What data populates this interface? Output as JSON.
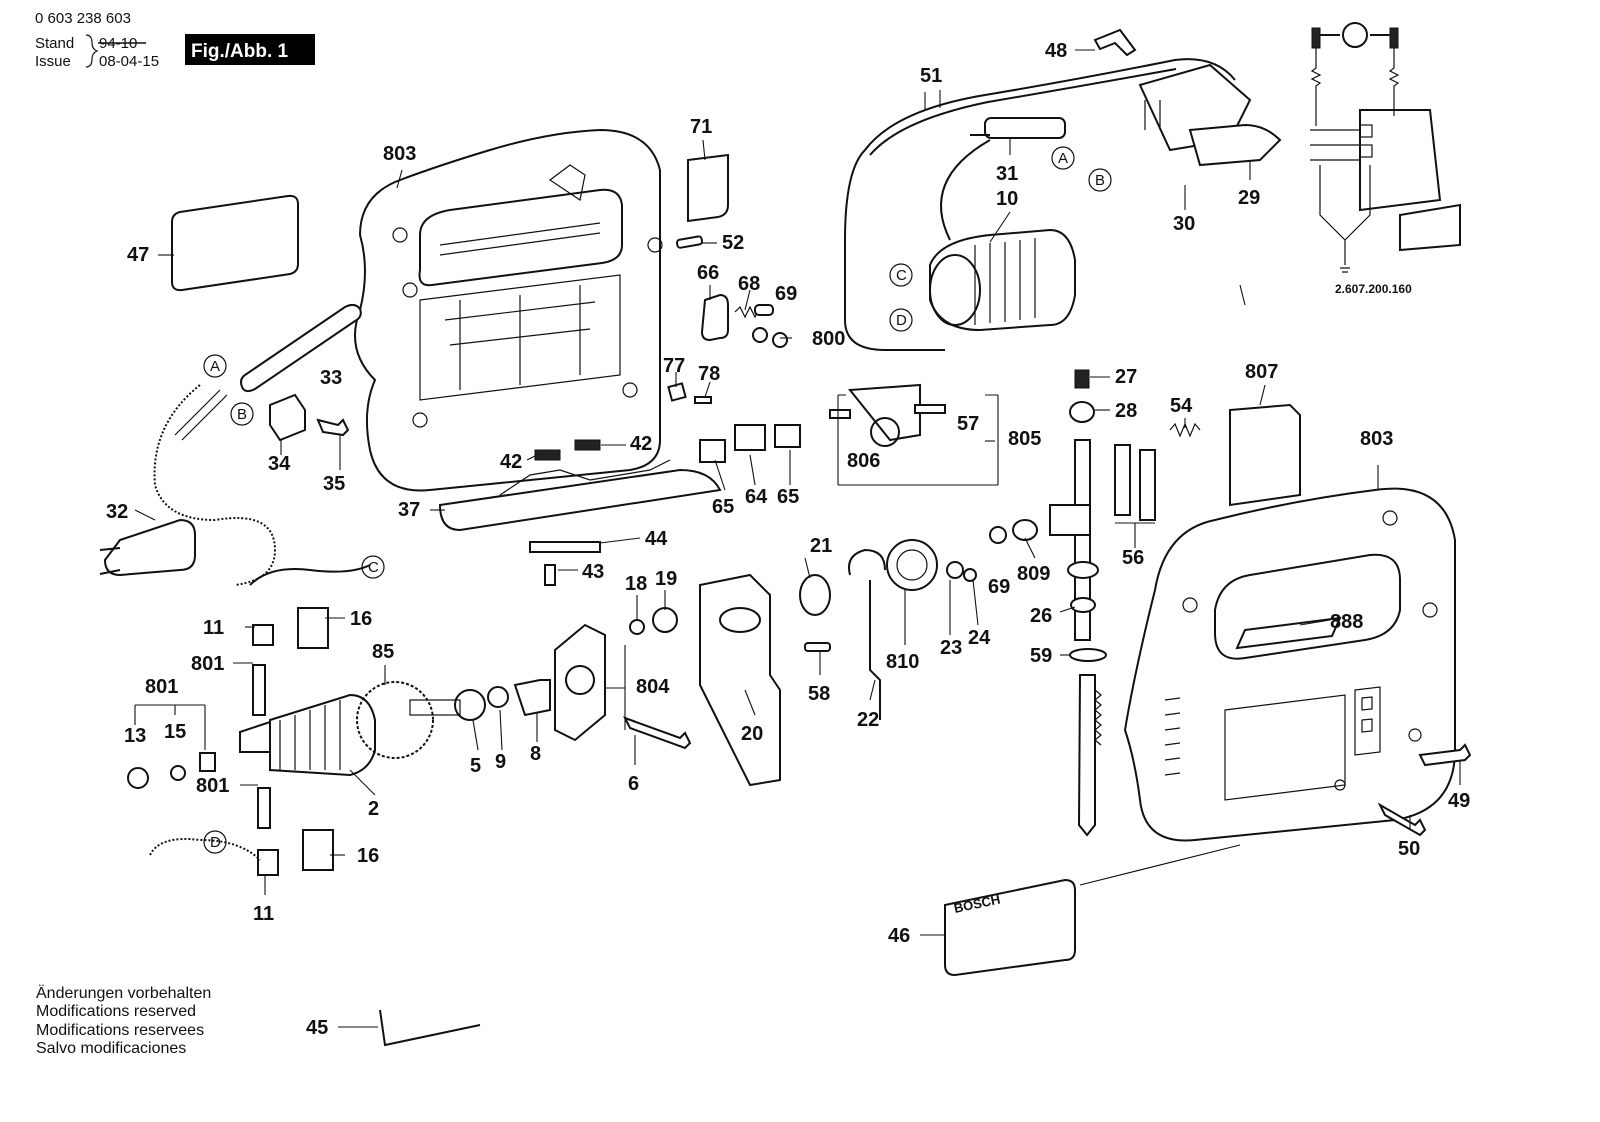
{
  "header": {
    "part_number": "0 603 238 603",
    "stand_label": "Stand",
    "issue_label": "Issue",
    "old_date": "94-10",
    "date": "08-04-15",
    "figure_label": "Fig./Abb. 1"
  },
  "schematic_code": "2.607.200.160",
  "label_text": "888",
  "brand": "BOSCH",
  "connector_letters": [
    "A",
    "B",
    "C",
    "D"
  ],
  "callouts": [
    "803",
    "71",
    "47",
    "52",
    "66",
    "68",
    "69",
    "800",
    "33",
    "77",
    "78",
    "34",
    "35",
    "32",
    "42",
    "37",
    "44",
    "43",
    "64",
    "65",
    "806",
    "57",
    "805",
    "48",
    "51",
    "31",
    "29",
    "30",
    "10",
    "27",
    "28",
    "54",
    "807",
    "56",
    "809",
    "26",
    "59",
    "21",
    "810",
    "23",
    "24",
    "22",
    "58",
    "20",
    "18",
    "19",
    "804",
    "5",
    "9",
    "8",
    "6",
    "11",
    "16",
    "801",
    "85",
    "13",
    "15",
    "2",
    "45",
    "46",
    "49",
    "50"
  ],
  "footer_notes": [
    "Änderungen vorbehalten",
    "Modifications reserved",
    "Modifications reservees",
    "Salvo modificaciones"
  ],
  "colors": {
    "ink": "#111111",
    "paper": "#ffffff",
    "figure_badge": "#000000"
  }
}
